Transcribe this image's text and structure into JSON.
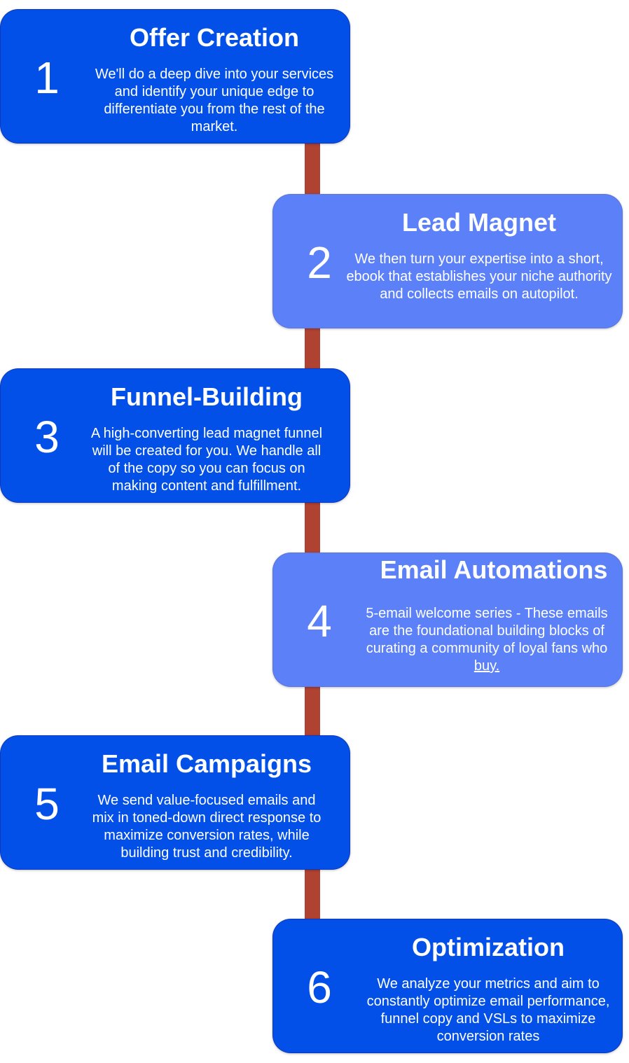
{
  "colors": {
    "dark_box": "#0350E8",
    "light_box": "#5B80F8",
    "connector": "#B04232"
  },
  "steps": [
    {
      "number": "1",
      "title": "Offer Creation",
      "description": "We'll do a deep dive into your services and identify your unique edge to differentiate you from the rest of the market."
    },
    {
      "number": "2",
      "title": "Lead Magnet",
      "description": "We then turn your expertise into a short, ebook that establishes your niche authority and collects emails on autopilot."
    },
    {
      "number": "3",
      "title": "Funnel-Building",
      "description": "A high-converting lead magnet funnel will be created for you. We handle all of the copy so you can focus on making content and fulfillment."
    },
    {
      "number": "4",
      "title": "Email Automations",
      "description": "5-email welcome series - These emails are the foundational building blocks of curating a community of loyal fans who",
      "description_link": "buy."
    },
    {
      "number": "5",
      "title": "Email Campaigns",
      "description": "We send value-focused emails and mix in toned-down direct response to maximize conversion rates, while building trust and credibility."
    },
    {
      "number": "6",
      "title": "Optimization",
      "description": "We analyze your metrics and aim to constantly optimize email performance, funnel copy and VSLs to maximize conversion rates"
    }
  ]
}
